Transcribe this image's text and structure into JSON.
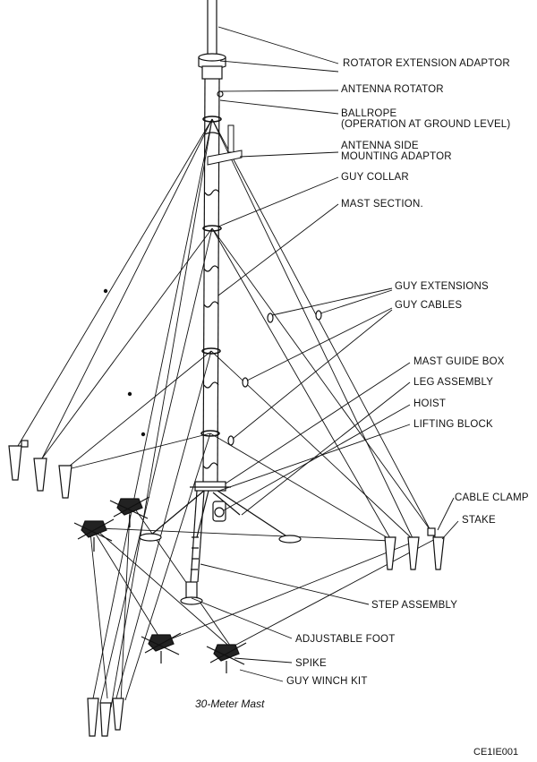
{
  "labels": {
    "rotator_extension_adaptor": "ROTATOR EXTENSION ADAPTOR",
    "antenna_rotator": "ANTENNA ROTATOR",
    "ballrope_line1": "BALLROPE",
    "ballrope_line2": "(OPERATION AT GROUND LEVEL)",
    "antenna_side_line1": "ANTENNA SIDE",
    "antenna_side_line2": "MOUNTING ADAPTOR",
    "guy_collar": "GUY COLLAR",
    "mast_section": "MAST SECTION.",
    "guy_extensions": "GUY EXTENSIONS",
    "guy_cables": "GUY CABLES",
    "mast_guide_box": "MAST GUIDE BOX",
    "leg_assembly": "LEG ASSEMBLY",
    "hoist": "HOIST",
    "lifting_block": "LIFTING BLOCK",
    "cable_clamp": "CABLE CLAMP",
    "stake": "STAKE",
    "step_assembly": "STEP ASSEMBLY",
    "adjustable_foot": "ADJUSTABLE FOOT",
    "spike": "SPIKE",
    "guy_winch_kit": "GUY WINCH KIT"
  },
  "caption": "30-Meter Mast",
  "figure_id": "CE1IE001"
}
